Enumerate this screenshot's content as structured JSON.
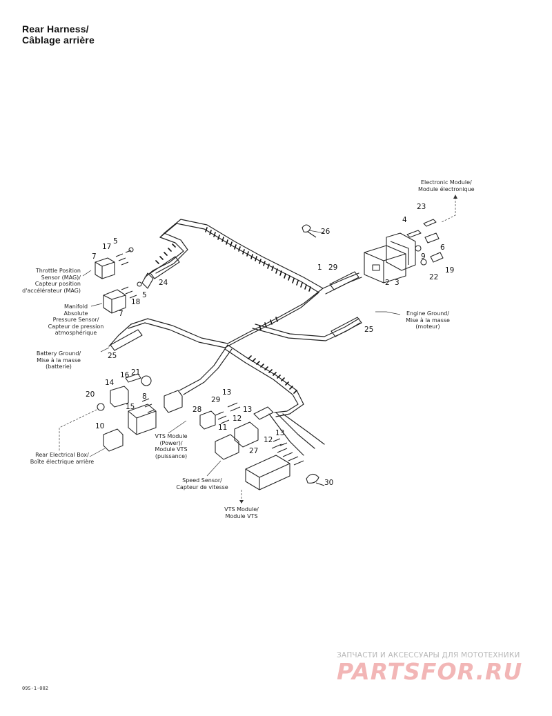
{
  "title": {
    "line1": "Rear Harness/",
    "line2": "Câblage arrière"
  },
  "labels": {
    "electronic_module": [
      "Electronic Module/",
      "Module électronique"
    ],
    "tps": [
      "Throttle Position",
      "Sensor (MAG)/",
      "Capteur position",
      "d'accélérateur (MAG)"
    ],
    "map": [
      "Manifold",
      "Absolute",
      "Pressure Sensor/",
      "Capteur de pression",
      "atmosphérique"
    ],
    "battery_ground": [
      "Battery Ground/",
      "Mise à la masse",
      "(batterie)"
    ],
    "engine_ground": [
      "Engine Ground/",
      "Mise à la masse",
      "(moteur)"
    ],
    "rear_box": [
      "Rear Electrical Box/",
      "Boîte électrique arrière"
    ],
    "vts_power": [
      "VTS Module",
      "(Power)/",
      "Module VTS",
      "(puissance)"
    ],
    "speed_sensor": [
      "Speed Sensor/",
      "Capteur de vitesse"
    ],
    "vts_module": [
      "VTS Module/",
      "Module VTS"
    ]
  },
  "numbers": {
    "n1": "1",
    "n2": "2",
    "n3": "3",
    "n4": "4",
    "n5": "5",
    "n5b": "5",
    "n6": "6",
    "n7": "7",
    "n7b": "7",
    "n8": "8",
    "n9": "9",
    "n10": "10",
    "n11": "11",
    "n12": "12",
    "n12b": "12",
    "n13": "13",
    "n13b": "13",
    "n13c": "13",
    "n14": "14",
    "n15": "15",
    "n16": "16",
    "n17": "17",
    "n18": "18",
    "n19": "19",
    "n20": "20",
    "n21": "21",
    "n22": "22",
    "n23": "23",
    "n24": "24",
    "n25": "25",
    "n25b": "25",
    "n26": "26",
    "n27": "27",
    "n28": "28",
    "n29": "29",
    "n29b": "29",
    "n30": "30"
  },
  "drawing_code": "09S-1-002",
  "watermark": {
    "tagline": "ЗАПЧАСТИ И АКСЕССУАРЫ ДЛЯ МОТОТЕХНИКИ",
    "logo": "PARTSFOR.RU"
  }
}
